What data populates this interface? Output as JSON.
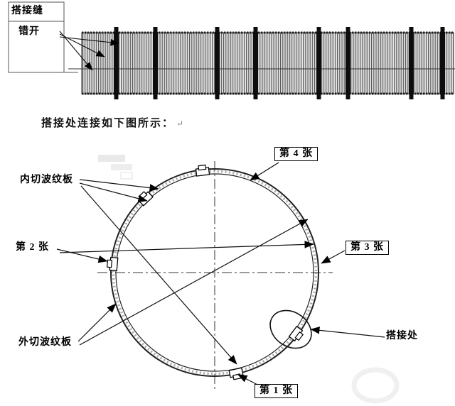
{
  "top": {
    "seam_line1": "搭接缝",
    "seam_line2": "错开"
  },
  "caption": {
    "text": "搭接处连接如下图所示：",
    "return_mark": "↵"
  },
  "circle_labels": {
    "sheet1": "第 1 张",
    "sheet2": "第 2 张",
    "sheet3": "第 3 张",
    "sheet4": "第 4 张",
    "inner_plate": "内切波纹板",
    "outer_plate": "外切波纹板",
    "overlap": "搭接处"
  },
  "colors": {
    "ink": "#111111",
    "line": "#333333",
    "band": "#0d0d0d",
    "background": "#ffffff"
  }
}
